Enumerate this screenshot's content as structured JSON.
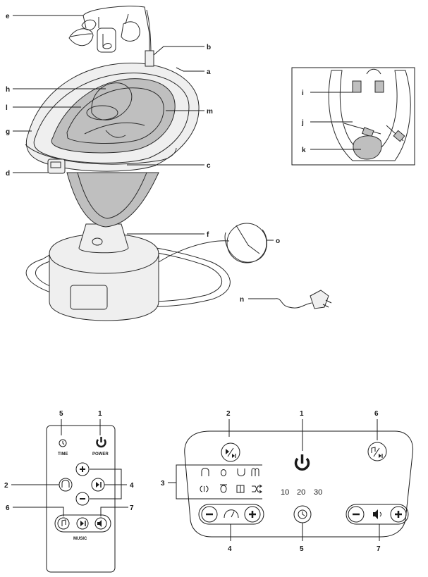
{
  "product_labels": {
    "a": "a",
    "b": "b",
    "c": "c",
    "d": "d",
    "e": "e",
    "f": "f",
    "g": "g",
    "h": "h",
    "l": "l",
    "m": "m",
    "n": "n",
    "o": "o"
  },
  "inset_labels": {
    "i": "i",
    "j": "j",
    "k": "k"
  },
  "remote": {
    "callouts": {
      "time": "5",
      "power": "1",
      "left": "2",
      "right": "4",
      "music_left": "6",
      "music_right": "7"
    },
    "time_label": "TIME",
    "power_label": "POWER",
    "music_label": "MUSIC"
  },
  "panel": {
    "callouts": {
      "play": "2",
      "power": "1",
      "music": "6",
      "motions": "3",
      "speed": "4",
      "timer": "5",
      "volume": "7"
    },
    "timer_values": [
      "10",
      "20",
      "30"
    ]
  },
  "icons": [
    "power-icon",
    "clock-icon",
    "play-pause-icon",
    "music-note-icon",
    "volume-icon",
    "plus-icon",
    "minus-icon",
    "motion-icon",
    "shuffle-icon",
    "adapter-plug-icon"
  ]
}
